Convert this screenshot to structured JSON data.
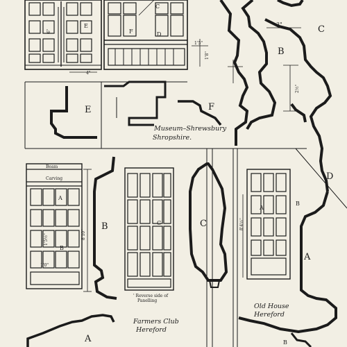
{
  "drawing": {
    "captions": {
      "museum": "Museum–Shrewsbury",
      "shropshire": "Shropshire.",
      "farmers_club": "Farmers Club",
      "farmers_hereford": "Hereford",
      "old_house": "Old House",
      "old_house_hereford": "Hereford",
      "reverse_side_1": "' Reverse side of",
      "reverse_side_2": "Panelling",
      "beam": "Beam",
      "carving": "Carving"
    },
    "letters": {
      "c_top": "C",
      "e_top": "E",
      "f_top": "F",
      "d_top": "D",
      "c_right_top": "C",
      "b_right_top": "B",
      "e_mid": "E",
      "f_mid": "F",
      "d_right_mid": "D",
      "a_left_panel": "A",
      "b_left_panel": "B",
      "b_left_profile": "B",
      "c_center_panel": "C",
      "c_center_profile": "C",
      "a_right_panel": "A",
      "b_right_panel": "B",
      "a_right_profile": "A",
      "a_bottom": "A",
      "b_bottom": "B"
    },
    "dimensions": {
      "d_6in": "6\"",
      "d_4in": "4\"",
      "d_1_5in": "1'5\"",
      "d_1_8": "1'8\"",
      "d_3in": "3\"",
      "d_2_5in": "2½\"",
      "d_8_10_left": "8'10\"",
      "d_1_4": "1'5½\"",
      "d_1_0": "1'0\"",
      "d_8_4": "8'4½\""
    }
  }
}
